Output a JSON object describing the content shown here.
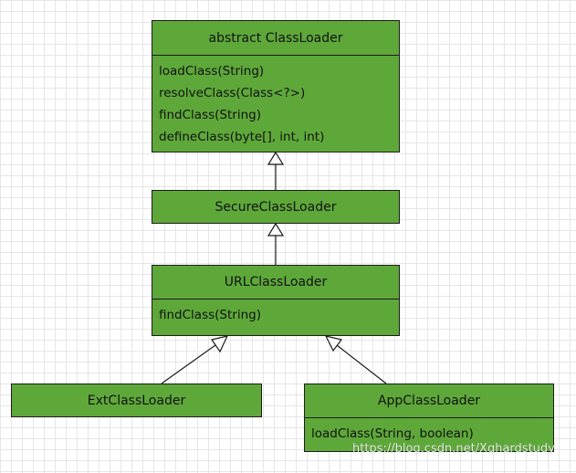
{
  "classes": {
    "classloader": {
      "name": "abstract ClassLoader",
      "methods": [
        "loadClass(String)",
        "resolveClass(Class<?>)",
        "findClass(String)",
        "defineClass(byte[], int, int)"
      ]
    },
    "secure": {
      "name": "SecureClassLoader"
    },
    "url": {
      "name": "URLClassLoader",
      "methods": [
        "findClass(String)"
      ]
    },
    "ext": {
      "name": "ExtClassLoader"
    },
    "app": {
      "name": "AppClassLoader",
      "methods": [
        "loadClass(String, boolean)"
      ]
    }
  },
  "colors": {
    "box_fill": "#5ea83a",
    "border": "#1b1b1b",
    "grid": "#e6e6e6"
  },
  "watermark": "https://blog.csdn.net/Xqhardstudy"
}
